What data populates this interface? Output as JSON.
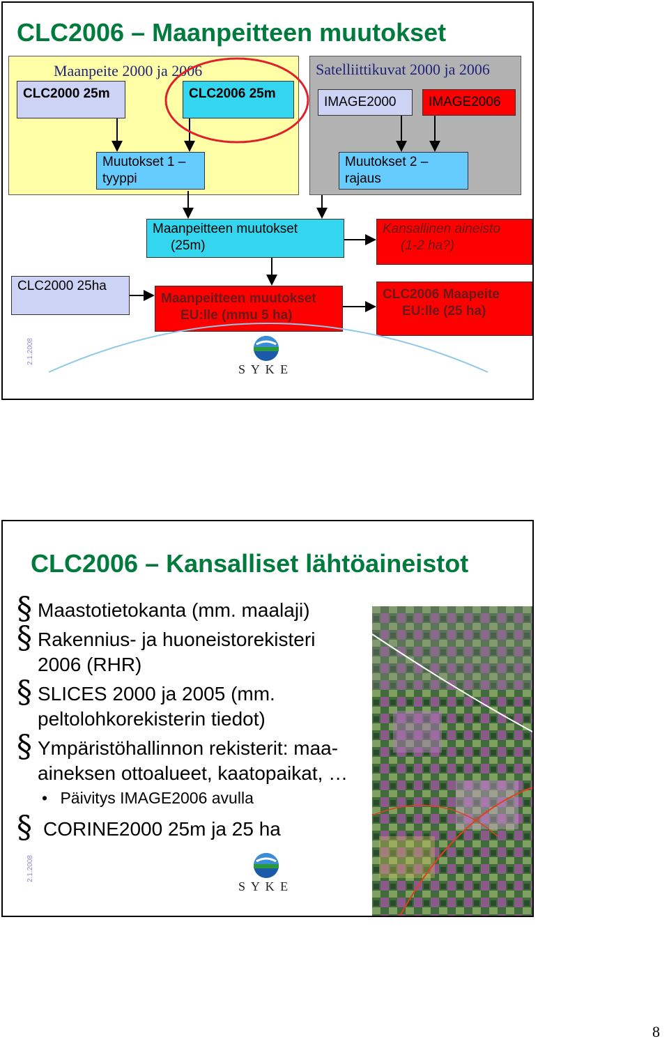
{
  "slide1": {
    "title": "CLC2006 – Maanpeitteen muutokset",
    "group_left_label": "Maanpeite 2000 ja 2006",
    "group_right_label": "Satelliittikuvat 2000 ja 2006",
    "clc2000_25m": "CLC2000 25m",
    "clc2006_25m": "CLC2006 25m",
    "image2000": "IMAGE2000",
    "image2006": "IMAGE2006",
    "muutokset1_line1": "Muutokset 1 –",
    "muutokset1_line2": "tyyppi",
    "muutokset2_line1": "Muutokset 2 –",
    "muutokset2_line2": "rajaus",
    "maanpeitteen_line1": "Maanpeitteen muutokset",
    "maanpeitteen_line2": "(25m)",
    "kansallinen_line1": "Kansallinen aineisto",
    "kansallinen_line2": "(1-2 ha?)",
    "clc2000_25ha": "CLC2000 25ha",
    "eu_muutokset_line1": "Maanpeitteen muutokset",
    "eu_muutokset_line2": "EU:lle (mmu 5 ha)",
    "clc2006_eu_line1": "CLC2006 Maapeite",
    "clc2006_eu_line2": "EU:lle (25 ha)",
    "date": "2.1.2008",
    "logo_text": "S Y K E"
  },
  "slide2": {
    "title": "CLC2006 – Kansalliset lähtöaineistot",
    "bullets": [
      {
        "line1": "Maastotietokanta (mm. maalaji)"
      },
      {
        "line1": "Rakennius- ja huoneistorekisteri",
        "line2": "2006 (RHR)"
      },
      {
        "line1": "SLICES 2000 ja 2005 (mm.",
        "line2": "peltolohkorekisterin tiedot)"
      },
      {
        "line1": "Ympäristöhallinnon rekisterit: maa-",
        "line2": "aineksen ottoalueet, kaatopaikat, …"
      }
    ],
    "sub_bullet": "Päivitys IMAGE2006 avulla",
    "last_bullet": "CORINE2000 25m ja 25 ha",
    "bullet_symbol": "§",
    "sub_bullet_symbol": "•",
    "date": "2.1.2008",
    "logo_text": "S Y K E"
  },
  "page_number": "8",
  "colors": {
    "title_green": "#007a3d",
    "red_box": "#ff0000",
    "cyan_box": "#33d6ee",
    "yellow_bg": "#ffffa8",
    "grey_bg": "#b2b2b2",
    "lavender_box": "#cdd3f5"
  }
}
